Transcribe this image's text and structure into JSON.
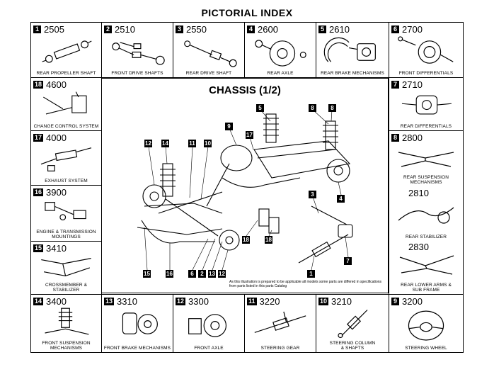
{
  "page": {
    "title": "PICTORIAL INDEX",
    "section_title": "CHASSIS (1/2)",
    "note": "As this illustration is prepared to be applicable all models some parts are differed in specifications from parts listed in this parts Catalog"
  },
  "sections": {
    "s1": {
      "badge": "1",
      "code": "2505",
      "label": "REAR PROPELLER SHAFT"
    },
    "s2": {
      "badge": "2",
      "code": "2510",
      "label": "FRONT DRIVE SHAFTS"
    },
    "s3": {
      "badge": "3",
      "code": "2550",
      "label": "REAR DRIVE SHAFT"
    },
    "s4": {
      "badge": "4",
      "code": "2600",
      "label": "REAR AXLE"
    },
    "s5": {
      "badge": "5",
      "code": "2610",
      "label": "REAR BRAKE MECHANISMS"
    },
    "s6": {
      "badge": "6",
      "code": "2700",
      "label": "FRONT DIFFERENTIALS"
    },
    "s7": {
      "badge": "7",
      "code": "2710",
      "label": "REAR DIFFERENTIALS"
    },
    "s8": {
      "badge": "8",
      "code": "2800",
      "label": "REAR SUSPENSION MECHANISMS",
      "code2": "2810",
      "label2": "REAR STABILIZER",
      "code3": "2830",
      "label3": "REAR LOWER ARMS & SUB FRAME"
    },
    "s9": {
      "badge": "9",
      "code": "3200",
      "label": "STEERING WHEEL"
    },
    "s10": {
      "badge": "10",
      "code": "3210",
      "label": "STEERING COLUMN & SHAFTS"
    },
    "s11": {
      "badge": "11",
      "code": "3220",
      "label": "STEERING GEAR"
    },
    "s12": {
      "badge": "12",
      "code": "3300",
      "label": "FRONT AXLE"
    },
    "s13": {
      "badge": "13",
      "code": "3310",
      "label": "FRONT BRAKE MECHANISMS"
    },
    "s14": {
      "badge": "14",
      "code": "3400",
      "label": "FRONT SUSPENSION MECHANISMS"
    },
    "s15": {
      "badge": "15",
      "code": "3410",
      "label": "CROSSMEMBER & STABILIZER"
    },
    "s16": {
      "badge": "16",
      "code": "3900",
      "label": "ENGINE & TRANSMISSION MOUNTINGS"
    },
    "s17": {
      "badge": "17",
      "code": "4000",
      "label": "EXHAUST SYSTEM"
    },
    "s18": {
      "badge": "18",
      "code": "4600",
      "label": "CHANGE CONTROL SYSTEM"
    }
  },
  "callouts": {
    "c1": "1",
    "c2": "2",
    "c3": "3",
    "c4": "4",
    "c5": "5",
    "c6": "6",
    "c7": "7",
    "c8a": "8",
    "c8b": "8",
    "c9": "9",
    "c10": "10",
    "c11": "11",
    "c12a": "12",
    "c12b": "12",
    "c13": "13",
    "c14": "14",
    "c15": "15",
    "c16": "16",
    "c17": "17",
    "c18a": "18",
    "c18b": "18"
  },
  "icons": {
    "style": "line-drawing"
  }
}
